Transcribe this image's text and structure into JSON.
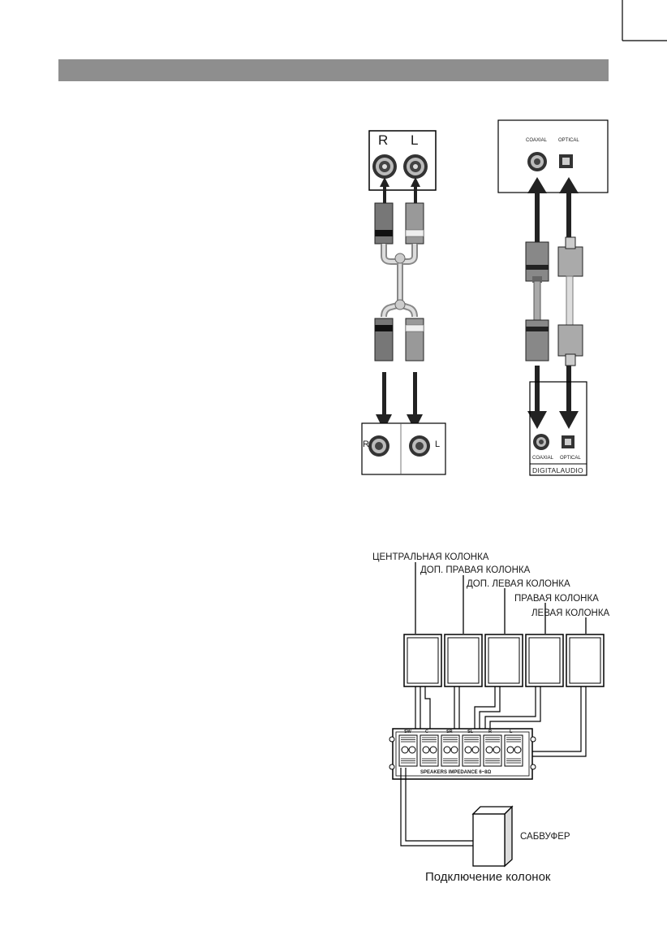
{
  "analog": {
    "top_r": "R",
    "top_l": "L",
    "bottom_r": "R",
    "bottom_l": "L"
  },
  "digital": {
    "top_coaxial": "COAXIAL",
    "top_optical": "OPTICAL",
    "bottom_coaxial": "COAXIAL",
    "bottom_optical": "OPTICAL",
    "bottom_title": "DIGITALAUDIO"
  },
  "speakers": {
    "center": "ЦЕНТРАЛЬНАЯ КОЛОНКА",
    "surround_right": "ДОП. ПРАВАЯ КОЛОНКА",
    "surround_left": "ДОП. ЛЕВАЯ КОЛОНКА",
    "front_right": "ПРАВАЯ КОЛОНКА",
    "front_left": "ЛЕВАЯ КОЛОНКА",
    "subwoofer": "САБВУФЕР",
    "terminal_labels": [
      "SW",
      "C",
      "SR",
      "SL",
      "R",
      "L"
    ],
    "panel_caption": "SPEAKERS   IMPEDANCE 6~8Ω",
    "caption": "Подключение колонок"
  }
}
